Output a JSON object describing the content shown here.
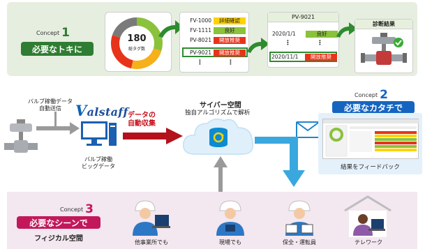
{
  "colors": {
    "band1_bg": "#e6eee0",
    "band3_bg": "#f3e7f0",
    "concept1_pill": "#2f7d32",
    "concept2_pill": "#1565c0",
    "concept3_pill": "#c2185b",
    "arrow_green": "#2e8b2e",
    "arrow_red": "#b3121c",
    "arrow_gray": "#9a9a9a",
    "arrow_blue": "#3aa8df",
    "status_yellow": "#ffd200",
    "status_green": "#8ac23b",
    "status_red": "#e8331b"
  },
  "concept1": {
    "label": "Concept",
    "number": "1",
    "title": "必要なトキに",
    "donut": {
      "value": "180",
      "caption": "総タグ数"
    },
    "tag_list": [
      {
        "tag": "FV-1000",
        "status": "詳細確認",
        "level": "yellow"
      },
      {
        "tag": "FV-1111",
        "status": "良好",
        "level": "green"
      },
      {
        "tag": "PV-8021",
        "status": "開放推奨",
        "level": "red"
      },
      {
        "tag": "PV-9021",
        "status": "開放推奨",
        "level": "red"
      }
    ],
    "history": {
      "title": "PV-9021",
      "rows": [
        {
          "date": "2020/1/1",
          "status": "良好",
          "level": "green"
        },
        {
          "date": "2020/11/1",
          "status": "開放推奨",
          "level": "red"
        }
      ]
    },
    "diagnosis": {
      "title": "診断結果"
    }
  },
  "middle": {
    "valve_data_label": [
      "バルブ稼働データ",
      "自動送信"
    ],
    "logo": {
      "initial": "V",
      "rest": "alstaff"
    },
    "auto_collect": [
      "データの",
      "自動収集"
    ],
    "bigdata_label": [
      "バルブ稼働",
      "ビッグデータ"
    ],
    "cyber_title": "サイバー空間",
    "cyber_subtitle": "独自アルゴリズムで解析",
    "feedback_label": "結果をフィードバック"
  },
  "concept2": {
    "label": "Concept",
    "number": "2",
    "title": "必要なカタチで"
  },
  "concept3": {
    "label": "Concept",
    "number": "3",
    "title": "必要なシーンで",
    "subtitle": "フィジカル空間",
    "scenes": [
      "他事業所でも",
      "現場でも",
      "保全・運転員",
      "テレワーク"
    ]
  }
}
